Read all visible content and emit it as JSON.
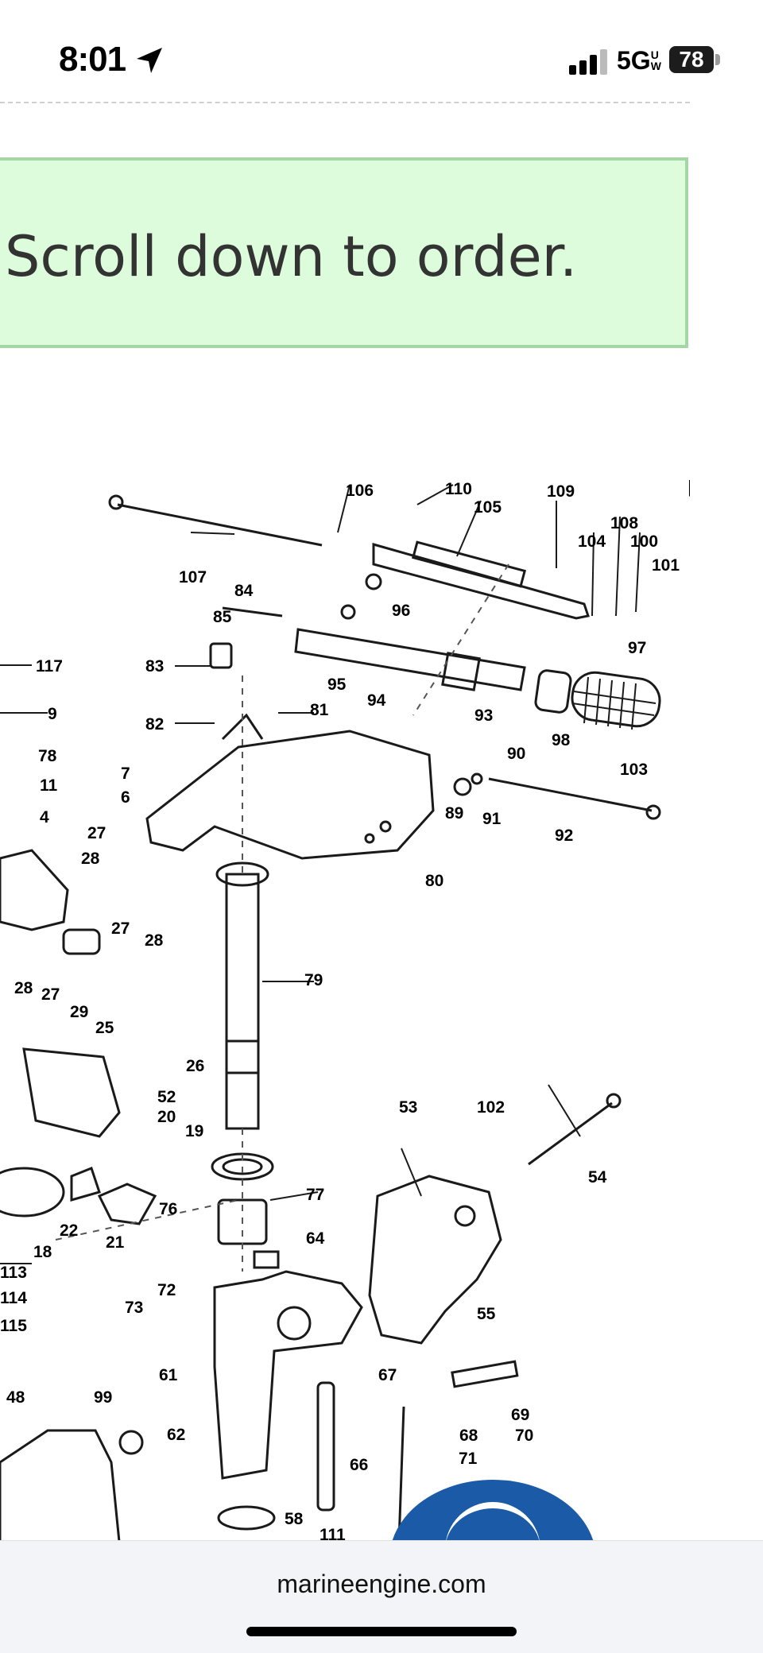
{
  "status_bar": {
    "time": "8:01",
    "network": "5G",
    "network_sub": "UW",
    "battery": "78"
  },
  "notice": {
    "text": "Scroll down to order."
  },
  "diagram": {
    "part_numbers": [
      "106",
      "110",
      "109",
      "105",
      "108",
      "104",
      "100",
      "101",
      "107",
      "84",
      "85",
      "96",
      "117",
      "83",
      "97",
      "95",
      "94",
      "81",
      "9",
      "93",
      "98",
      "82",
      "78",
      "90",
      "103",
      "11",
      "7",
      "6",
      "89",
      "91",
      "92",
      "4",
      "27",
      "28",
      "80",
      "27",
      "28",
      "28",
      "27",
      "29",
      "79",
      "25",
      "26",
      "52",
      "20",
      "19",
      "53",
      "102",
      "54",
      "76",
      "77",
      "22",
      "21",
      "18",
      "113",
      "114",
      "115",
      "64",
      "72",
      "73",
      "55",
      "61",
      "48",
      "99",
      "67",
      "69",
      "62",
      "68",
      "70",
      "71",
      "66",
      "58",
      "111"
    ]
  },
  "bottom_bar": {
    "url": "marineengine.com"
  },
  "colors": {
    "notice_bg": "#dcfcdc",
    "notice_border": "#a5d6a5",
    "chat_button": "#1a5aa6"
  }
}
